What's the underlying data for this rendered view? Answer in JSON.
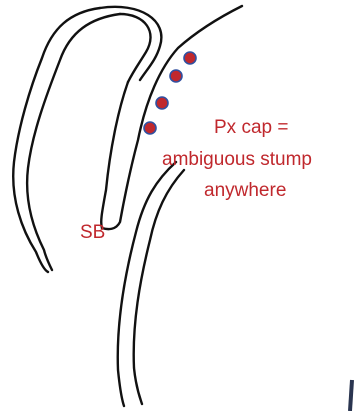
{
  "annotation": {
    "line1": "Px cap =",
    "line2": "ambiguous stump",
    "line3": "anywhere"
  },
  "labels": {
    "sb": "SB"
  },
  "markers": {
    "count": 4,
    "fill": "#c0282d",
    "stroke": "#3050a0"
  },
  "colors": {
    "label_text": "#c0282d",
    "outline": "#111111"
  }
}
